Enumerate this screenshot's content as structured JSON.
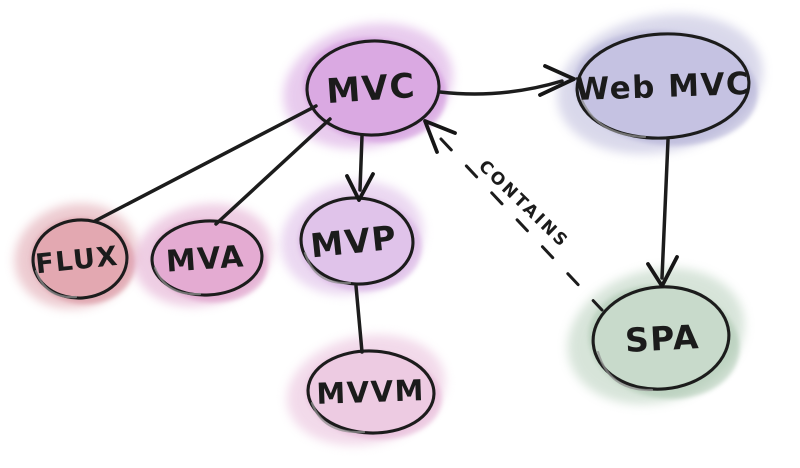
{
  "diagram": {
    "type": "hand-drawn-graph",
    "background": "#ffffff",
    "ink_color": "#1c1c1c",
    "nodes": {
      "mvc": {
        "label": "MVC",
        "fill": "#d9a9e1",
        "halo": "#cd8ed9"
      },
      "webmvc": {
        "label": "Web MVC",
        "fill": "#c5c3e2",
        "halo": "#adabd3"
      },
      "spa": {
        "label": "SPA",
        "fill": "#cadbcc",
        "halo": "#a8c5ad"
      },
      "mvp": {
        "label": "MVP",
        "fill": "#e0c4ea",
        "halo": "#d3a9e0"
      },
      "mvvm": {
        "label": "MVVM",
        "fill": "#edcce3",
        "halo": "#e3aed2"
      },
      "flux": {
        "label": "FLUX",
        "fill": "#e3a8b1",
        "halo": "#d78c99"
      },
      "mva": {
        "label": "MVA",
        "fill": "#e4abd1",
        "halo": "#da93c3"
      }
    },
    "edges": {
      "contains_label": "CONTAINS",
      "list": [
        {
          "from": "MVC",
          "to": "Web MVC",
          "style": "solid",
          "arrow": "to"
        },
        {
          "from": "Web MVC",
          "to": "SPA",
          "style": "solid",
          "arrow": "to"
        },
        {
          "from": "MVC",
          "to": "MVP",
          "style": "solid",
          "arrow": "to"
        },
        {
          "from": "MVP",
          "to": "MVVM",
          "style": "solid",
          "arrow": "none"
        },
        {
          "from": "MVC",
          "to": "FLUX",
          "style": "solid",
          "arrow": "none"
        },
        {
          "from": "MVC",
          "to": "MVA",
          "style": "solid",
          "arrow": "none"
        },
        {
          "from": "SPA",
          "to": "MVC",
          "style": "dashed",
          "arrow": "to",
          "label": "CONTAINS"
        }
      ]
    }
  }
}
